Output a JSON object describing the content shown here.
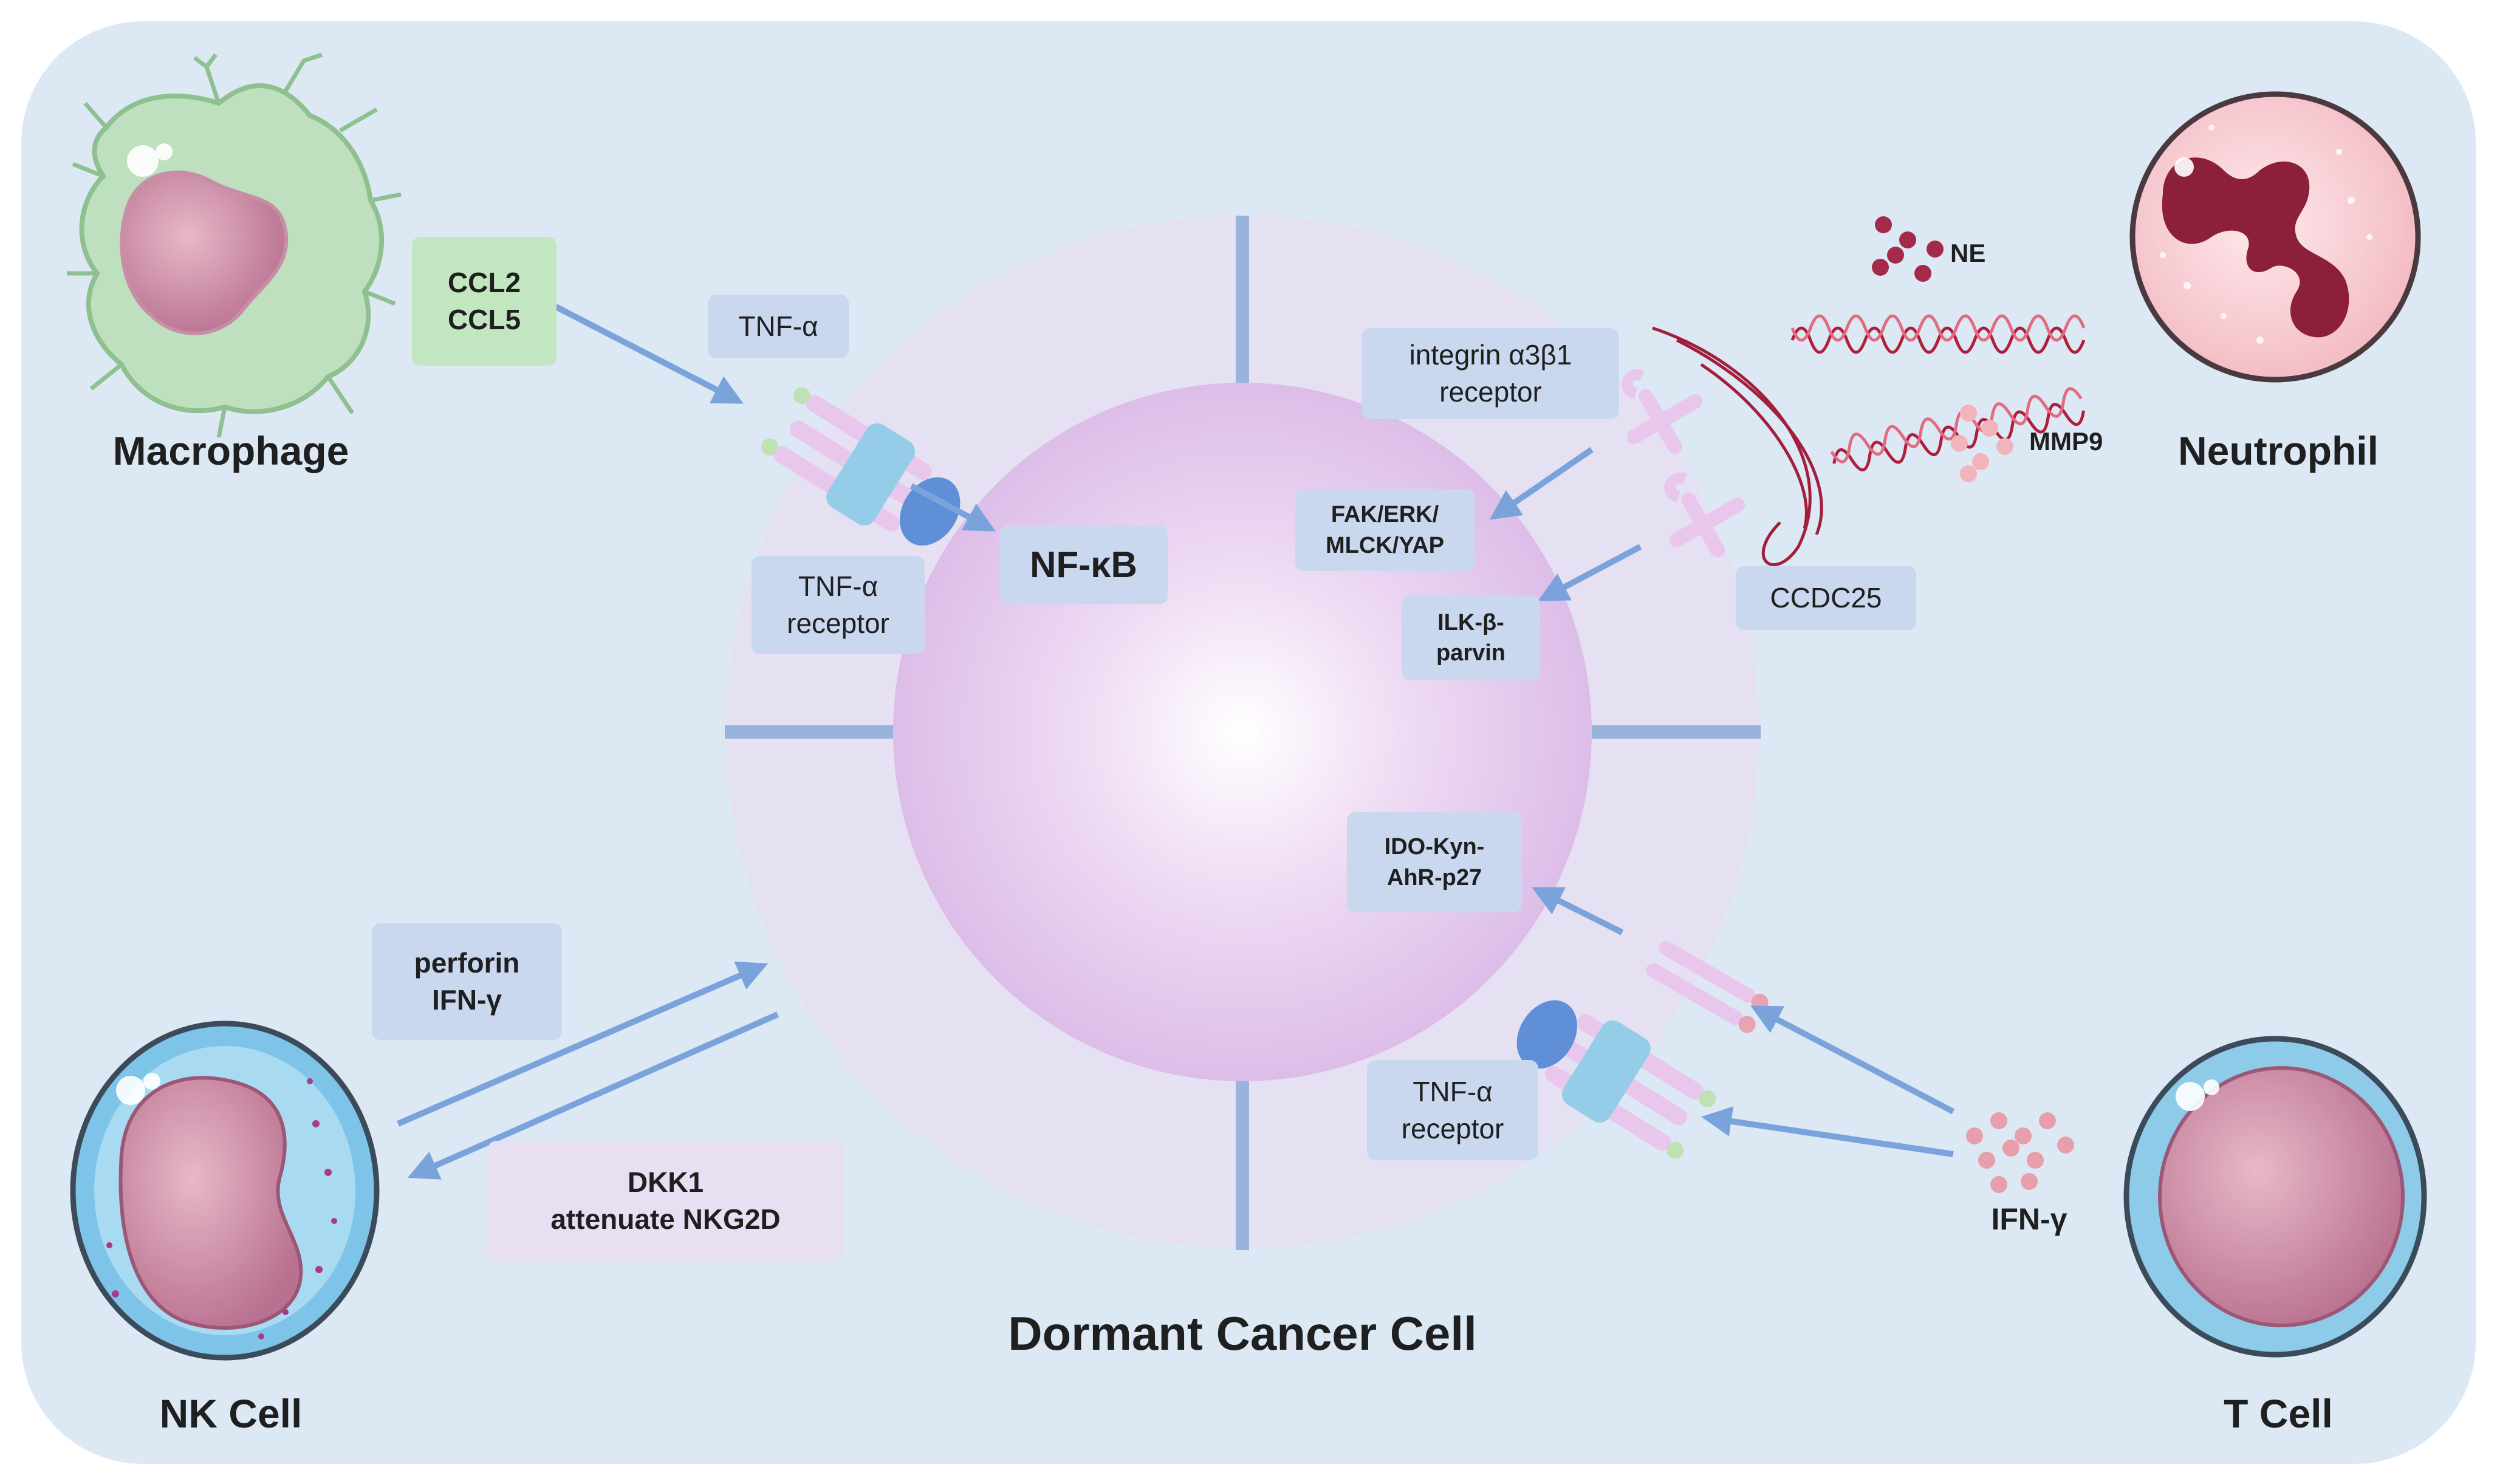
{
  "cells": {
    "macrophage": "Macrophage",
    "neutrophil": "Neutrophil",
    "nk_cell": "NK Cell",
    "t_cell": "T Cell",
    "cancer_cell": "Dormant Cancer Cell"
  },
  "macrophage_pathway": {
    "cytokines": "CCL2\nCCL5",
    "ligand": "TNF-α",
    "receptor": "TNF-α\nreceptor",
    "target": "NF-κB"
  },
  "neutrophil_pathway": {
    "ne": "NE",
    "mmp9": "MMP9",
    "integrin": "integrin α3β1\nreceptor",
    "fak": "FAK/ERK/\nMLCK/YAP",
    "ilk": "ILK-β-\nparvin",
    "ccdc25": "CCDC25"
  },
  "nk_pathway": {
    "to_cancer": "perforin\nIFN-γ",
    "from_cancer": "DKK1\nattenuate NKG2D"
  },
  "t_cell_pathway": {
    "ido": "IDO-Kyn-\nAhR-p27",
    "receptor": "TNF-α\nreceptor",
    "ifn": "IFN-γ"
  },
  "colors": {
    "background_panel": "#dde8f5",
    "arrow": "#7aa3dc",
    "label_box": "#c9d8ef",
    "cancer_cell": "#e3c9ef",
    "dna": "#b01e3b"
  }
}
